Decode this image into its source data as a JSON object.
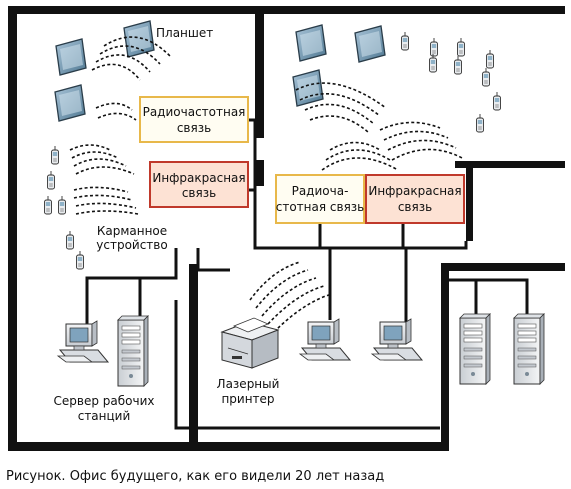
{
  "labels": {
    "tablet": "Планшет",
    "radio_left": [
      "Радиочастотная",
      "связь"
    ],
    "infrared_left": [
      "Инфракрасная",
      "связь"
    ],
    "handheld": [
      "Карманное",
      "устройство"
    ],
    "radio_center": [
      "Радиоча-",
      "стотная связь"
    ],
    "infrared_center": [
      "Инфракрасная",
      "связь"
    ],
    "server": [
      "Сервер рабочих",
      "станций"
    ],
    "printer": [
      "Лазерный",
      "принтер"
    ]
  },
  "caption": "Рисунок. Офис будущего, как его видели 20 лет назад",
  "colors": {
    "radio_box_border": "#e8b84a",
    "radio_box_fill": "#fffdf2",
    "infrared_box_border": "#c0392b",
    "infrared_box_fill": "#fde2d4",
    "walls": "#111111",
    "device_fill": "#eef0f2",
    "screen_fill": "#7fa3bd"
  },
  "icons": [
    "tablet-icon",
    "handheld-icon",
    "workstation-icon",
    "server-tower-icon",
    "laser-printer-icon"
  ]
}
